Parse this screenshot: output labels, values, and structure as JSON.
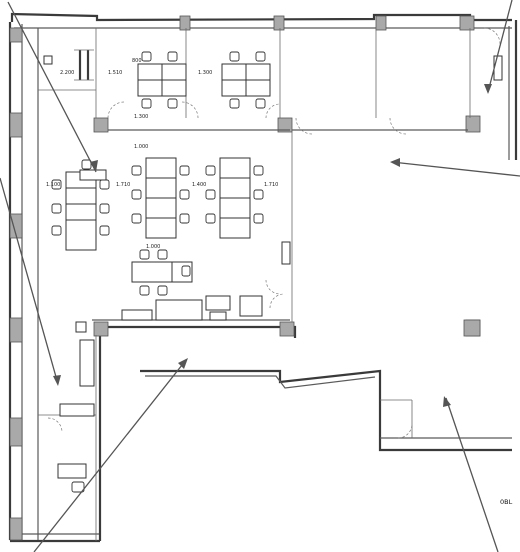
{
  "dimensions": {
    "d1": "2.200",
    "d2": "1.510",
    "d3": "1.300",
    "d4": "800",
    "d5": "1.300",
    "d6": "1.000",
    "d7": "1.100",
    "d8": "1.710",
    "d9": "1.400",
    "d10": "1.710",
    "d11": "1.000"
  },
  "corner_note": "0BL"
}
